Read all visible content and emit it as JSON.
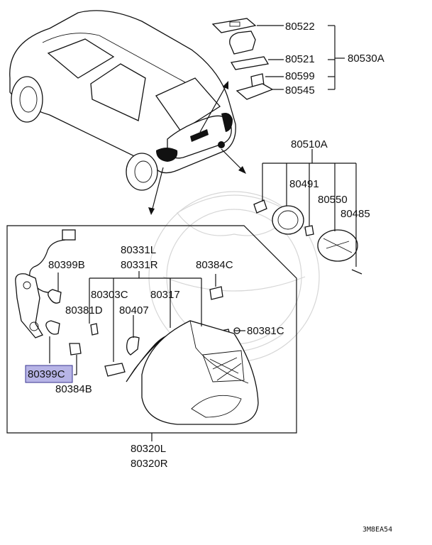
{
  "diagram_code": "3M8EA54",
  "highlighted_part": "80399C",
  "part_labels": {
    "80522": "80522",
    "80521": "80521",
    "80599": "80599",
    "80545": "80545",
    "80530A": "80530A",
    "80510A": "80510A",
    "80491": "80491",
    "80550": "80550",
    "80485": "80485",
    "80331L": "80331L",
    "80331R": "80331R",
    "80384C": "80384C",
    "80399B": "80399B",
    "80303C": "80303C",
    "80317": "80317",
    "80381D": "80381D",
    "80407": "80407",
    "80381C": "80381C",
    "80399C": "80399C",
    "80384B": "80384B",
    "80320L": "80320L",
    "80320R": "80320R"
  }
}
